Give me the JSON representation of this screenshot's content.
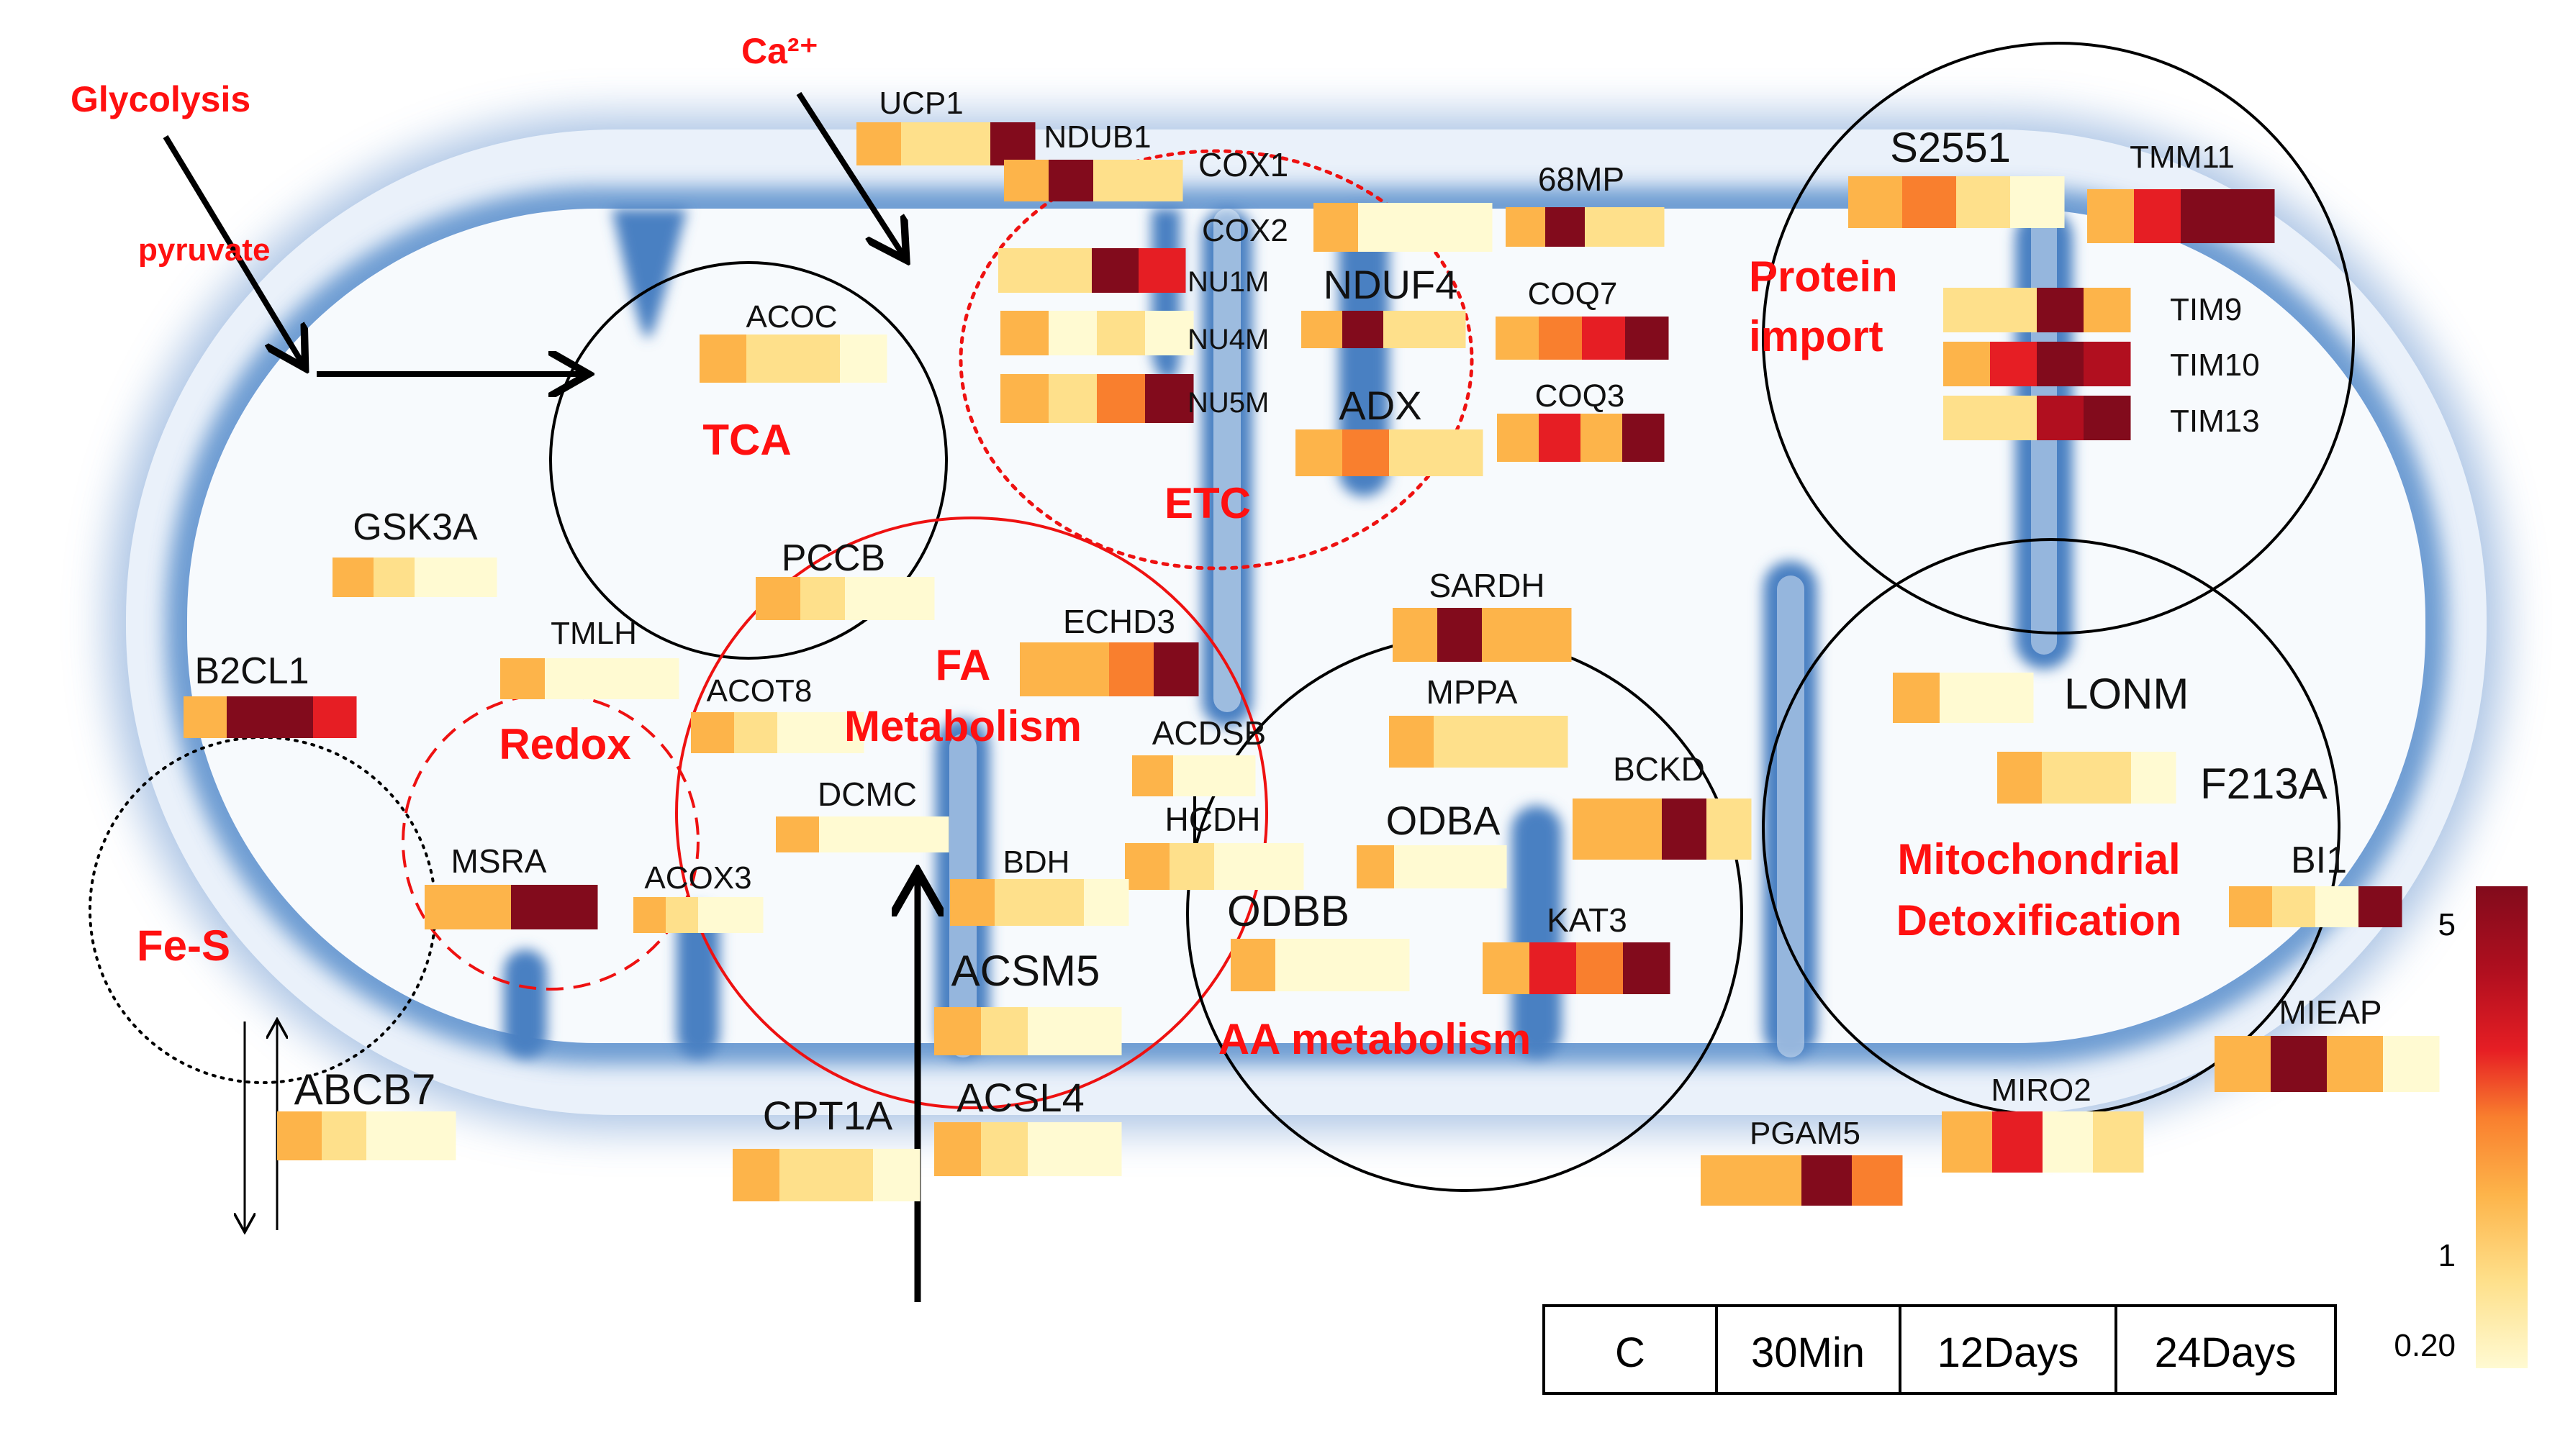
{
  "colors": {
    "scale": [
      "#fffad2",
      "#fee08b",
      "#fdb44a",
      "#f97f2e",
      "#e61e24",
      "#b10f1f",
      "#820b1c"
    ],
    "label_red": "#ff1010",
    "membrane_blue": "#4f86c6"
  },
  "pathways": [
    {
      "id": "glycolysis",
      "text": "Glycolysis"
    },
    {
      "id": "pyruvate",
      "text": "pyruvate"
    },
    {
      "id": "calcium",
      "text": "Ca²⁺"
    }
  ],
  "regions": [
    {
      "id": "tca",
      "lines": [
        "TCA"
      ]
    },
    {
      "id": "etc",
      "lines": [
        "ETC"
      ]
    },
    {
      "id": "protein-import",
      "lines": [
        "Protein",
        "import"
      ]
    },
    {
      "id": "fa-metabolism",
      "lines": [
        "FA",
        "Metabolism"
      ]
    },
    {
      "id": "redox",
      "lines": [
        "Redox"
      ]
    },
    {
      "id": "fe-s",
      "lines": [
        "Fe-S"
      ]
    },
    {
      "id": "aa-metabolism",
      "lines": [
        "AA metabolism"
      ]
    },
    {
      "id": "mito-detox",
      "lines": [
        "Mitochondrial",
        "Detoxification"
      ]
    }
  ],
  "genes": [
    {
      "name": "UCP1",
      "cells": [
        2,
        1,
        1,
        6
      ]
    },
    {
      "name": "NDUB1",
      "cells": [
        2,
        6,
        1,
        1
      ]
    },
    {
      "name": "COX1",
      "cells": []
    },
    {
      "name": "COX2",
      "cells": [
        2,
        0,
        0,
        0
      ]
    },
    {
      "name": "NU1M",
      "cells": [
        1,
        1,
        6,
        4
      ]
    },
    {
      "name": "NU4M",
      "cells": [
        2,
        0,
        1,
        0
      ]
    },
    {
      "name": "NU5M",
      "cells": [
        2,
        1,
        3,
        6
      ]
    },
    {
      "name": "NDUF4",
      "cells": [
        2,
        6,
        1,
        1
      ]
    },
    {
      "name": "ADX",
      "cells": [
        2,
        3,
        1,
        1
      ]
    },
    {
      "name": "68MP",
      "cells": [
        2,
        6,
        1,
        1
      ]
    },
    {
      "name": "COQ7",
      "cells": [
        2,
        3,
        4,
        6
      ]
    },
    {
      "name": "COQ3",
      "cells": [
        2,
        4,
        2,
        6
      ]
    },
    {
      "name": "ACOC",
      "cells": [
        2,
        1,
        1,
        0
      ]
    },
    {
      "name": "S2551",
      "cells": [
        2,
        3,
        1,
        0
      ]
    },
    {
      "name": "TMM11",
      "cells": [
        2,
        4,
        6,
        6
      ]
    },
    {
      "name": "TIM9",
      "cells": [
        1,
        1,
        6,
        2
      ]
    },
    {
      "name": "TIM10",
      "cells": [
        2,
        4,
        6,
        5
      ]
    },
    {
      "name": "TIM13",
      "cells": [
        1,
        1,
        5,
        6
      ]
    },
    {
      "name": "GSK3A",
      "cells": [
        2,
        1,
        0,
        0
      ]
    },
    {
      "name": "PCCB",
      "cells": [
        2,
        1,
        0,
        0
      ]
    },
    {
      "name": "TMLH",
      "cells": [
        2,
        0,
        0,
        0
      ]
    },
    {
      "name": "B2CL1",
      "cells": [
        2,
        6,
        6,
        4
      ]
    },
    {
      "name": "ACOT8",
      "cells": [
        2,
        1,
        0,
        0
      ]
    },
    {
      "name": "ECHD3",
      "cells": [
        2,
        2,
        3,
        6
      ]
    },
    {
      "name": "SARDH",
      "cells": [
        2,
        6,
        2,
        2
      ]
    },
    {
      "name": "MPPA",
      "cells": [
        2,
        1,
        1,
        1
      ]
    },
    {
      "name": "LONM",
      "cells": [
        2,
        0,
        0
      ]
    },
    {
      "name": "ACDSB",
      "cells": [
        2,
        0,
        0
      ]
    },
    {
      "name": "DCMC",
      "cells": [
        2,
        0,
        0,
        0
      ]
    },
    {
      "name": "HCDH",
      "cells": [
        2,
        1,
        0,
        0
      ]
    },
    {
      "name": "BDH",
      "cells": [
        2,
        1,
        1,
        0
      ]
    },
    {
      "name": "BCKD",
      "cells": [
        2,
        2,
        6,
        1
      ]
    },
    {
      "name": "ODBA",
      "cells": [
        2,
        0,
        0,
        0
      ]
    },
    {
      "name": "F213A",
      "cells": [
        2,
        1,
        1,
        0
      ]
    },
    {
      "name": "MSRA",
      "cells": [
        2,
        2,
        6,
        6
      ]
    },
    {
      "name": "ACOX3",
      "cells": [
        2,
        1,
        0,
        0
      ]
    },
    {
      "name": "ODBB",
      "cells": [
        2,
        0,
        0,
        0
      ]
    },
    {
      "name": "KAT3",
      "cells": [
        2,
        4,
        3,
        6
      ]
    },
    {
      "name": "BI1",
      "cells": [
        2,
        1,
        0,
        6
      ]
    },
    {
      "name": "ACSM5",
      "cells": [
        2,
        1,
        0,
        0
      ]
    },
    {
      "name": "MIEAP",
      "cells": [
        2,
        6,
        2,
        0
      ]
    },
    {
      "name": "ABCB7",
      "cells": [
        2,
        1,
        0,
        0
      ]
    },
    {
      "name": "CPT1A",
      "cells": [
        2,
        1,
        1,
        0
      ]
    },
    {
      "name": "ACSL4",
      "cells": [
        2,
        1,
        0,
        0
      ]
    },
    {
      "name": "MIRO2",
      "cells": [
        2,
        4,
        0,
        1
      ]
    },
    {
      "name": "PGAM5",
      "cells": [
        2,
        2,
        6,
        3
      ]
    }
  ],
  "legend": {
    "conditions": [
      "C",
      "30Min",
      "12Days",
      "24Days"
    ]
  },
  "colorbar": {
    "ticks": [
      "5",
      "1",
      "0.20"
    ]
  }
}
